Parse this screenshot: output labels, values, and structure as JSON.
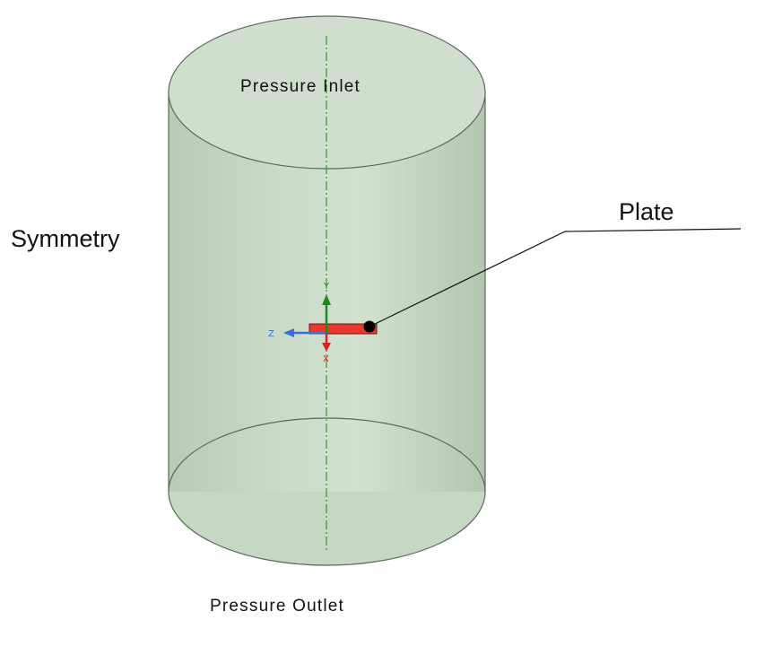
{
  "labels": {
    "inlet": "Pressure Inlet",
    "outlet": "Pressure Outlet",
    "symmetry": "Symmetry",
    "plate": "Plate"
  },
  "axes": {
    "y": "Y",
    "z": "Z",
    "x": "X"
  },
  "colors": {
    "cylinder_fill": "#c5d6c4",
    "cylinder_edge": "#5a6b59",
    "centerline": "#2e9a2e",
    "plate": "#e8392d",
    "y_axis": "#1c8a1c",
    "z_axis": "#3a6ee0",
    "x_axis": "#e02020"
  }
}
